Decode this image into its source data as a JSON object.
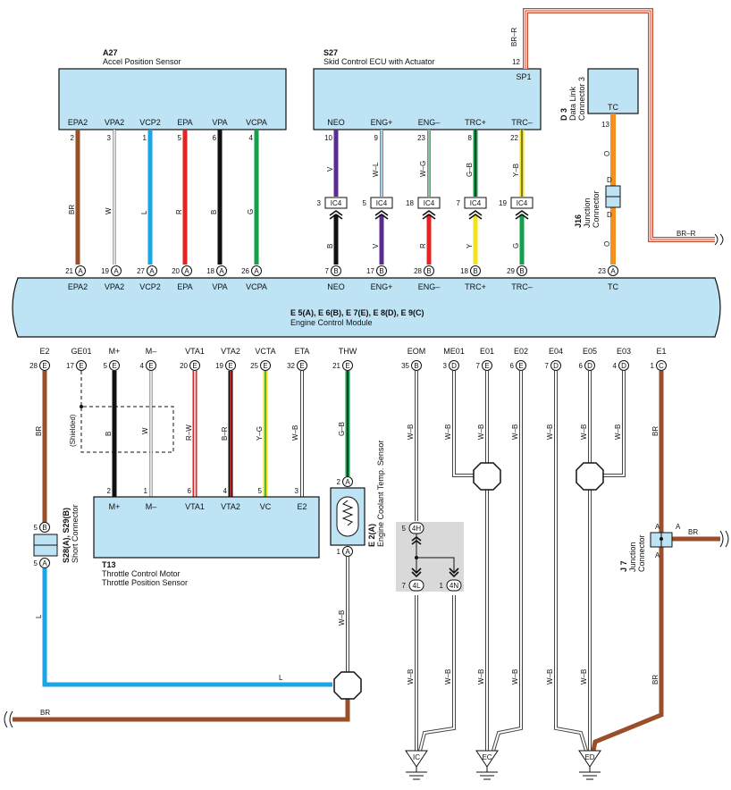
{
  "components": {
    "a27": {
      "code": "A27",
      "name": "Accel Position Sensor",
      "pins": [
        {
          "label": "EPA2",
          "num": "2",
          "color": "BR",
          "hex": "#9a4e2a"
        },
        {
          "label": "VPA2",
          "num": "3",
          "color": "W",
          "hex": "#ffffff"
        },
        {
          "label": "VCP2",
          "num": "1",
          "color": "L",
          "hex": "#1aa6e6"
        },
        {
          "label": "EPA",
          "num": "5",
          "color": "R",
          "hex": "#e82121"
        },
        {
          "label": "VPA",
          "num": "6",
          "color": "B",
          "hex": "#111111"
        },
        {
          "label": "VCPA",
          "num": "4",
          "color": "G",
          "hex": "#12a04a"
        }
      ]
    },
    "s27": {
      "code": "S27",
      "name": "Skid Control ECU with Actuator",
      "sp1": "SP1",
      "sp1_pin": "12",
      "pins": [
        {
          "label": "NEO",
          "num": "10",
          "color": "V",
          "hex": "#5c2d91"
        },
        {
          "label": "ENG+",
          "num": "9",
          "color": "W–L",
          "hex": "#9ed4f0"
        },
        {
          "label": "ENG–",
          "num": "23",
          "color": "W–G",
          "hex": "#7ec89a"
        },
        {
          "label": "TRC+",
          "num": "8",
          "color": "G–B",
          "hex": "#12a04a"
        },
        {
          "label": "TRC–",
          "num": "22",
          "color": "Y–B",
          "hex": "#f2e21a"
        }
      ]
    },
    "d3": {
      "code": "D 3",
      "name_line1": "Data Link",
      "name_line2": "Connector 3",
      "pin_label": "TC",
      "pin_num": "13"
    },
    "j16": {
      "code": "J16",
      "name_line1": "Junction",
      "name_line2": "Connector",
      "pin_d": "D"
    },
    "ecm": {
      "title": "E 5(A), E 6(B), E 7(E), E 8(D), E 9(C)",
      "name": "Engine Control Module",
      "top_pins": [
        {
          "label": "EPA2",
          "num": "21",
          "conn": "A"
        },
        {
          "label": "VPA2",
          "num": "19",
          "conn": "A"
        },
        {
          "label": "VCP2",
          "num": "27",
          "conn": "A"
        },
        {
          "label": "EPA",
          "num": "20",
          "conn": "A"
        },
        {
          "label": "VPA",
          "num": "18",
          "conn": "A"
        },
        {
          "label": "VCPA",
          "num": "26",
          "conn": "A"
        },
        {
          "label": "NEO",
          "num": "7",
          "conn": "B"
        },
        {
          "label": "ENG+",
          "num": "17",
          "conn": "B"
        },
        {
          "label": "ENG–",
          "num": "28",
          "conn": "B"
        },
        {
          "label": "TRC+",
          "num": "18",
          "conn": "B"
        },
        {
          "label": "TRC–",
          "num": "29",
          "conn": "B"
        },
        {
          "label": "TC",
          "num": "23",
          "conn": "A"
        }
      ],
      "bottom_pins": [
        {
          "label": "E2",
          "num": "28",
          "conn": "E"
        },
        {
          "label": "GE01",
          "num": "17",
          "conn": "E"
        },
        {
          "label": "M+",
          "num": "5",
          "conn": "E"
        },
        {
          "label": "M–",
          "num": "4",
          "conn": "E"
        },
        {
          "label": "VTA1",
          "num": "20",
          "conn": "E"
        },
        {
          "label": "VTA2",
          "num": "19",
          "conn": "E"
        },
        {
          "label": "VCTA",
          "num": "25",
          "conn": "E"
        },
        {
          "label": "ETA",
          "num": "32",
          "conn": "E"
        },
        {
          "label": "THW",
          "num": "21",
          "conn": "E"
        },
        {
          "label": "EOM",
          "num": "35",
          "conn": "B"
        },
        {
          "label": "ME01",
          "num": "3",
          "conn": "D"
        },
        {
          "label": "E01",
          "num": "7",
          "conn": "E"
        },
        {
          "label": "E02",
          "num": "6",
          "conn": "E"
        },
        {
          "label": "E04",
          "num": "7",
          "conn": "D"
        },
        {
          "label": "E05",
          "num": "6",
          "conn": "D"
        },
        {
          "label": "E03",
          "num": "4",
          "conn": "D"
        },
        {
          "label": "E1",
          "num": "1",
          "conn": "C"
        }
      ]
    },
    "t13": {
      "code": "T13",
      "name_line1": "Throttle Control Motor",
      "name_line2": "Throttle Position Sensor",
      "pins": [
        {
          "label": "M+",
          "num": "2"
        },
        {
          "label": "M–",
          "num": "1"
        },
        {
          "label": "VTA1",
          "num": "6"
        },
        {
          "label": "VTA2",
          "num": "4"
        },
        {
          "label": "VC",
          "num": "5"
        },
        {
          "label": "E2",
          "num": "3"
        }
      ]
    },
    "e2": {
      "code": "E 2(A)",
      "name": "Engine Coolant Temp.  Sensor",
      "pin_top": "2",
      "pin_bottom": "1",
      "conn": "A"
    },
    "s28": {
      "code": "S28(A), S29(B)",
      "name": "Short Connector",
      "pin_top": "5",
      "pin_top_conn": "B",
      "pin_bottom": "5",
      "pin_bottom_conn": "A"
    },
    "j7": {
      "code": "J 7",
      "name_line1": "Junction",
      "name_line2": "Connector",
      "pin": "A"
    },
    "ic4": "IC4",
    "ic4_pins_left": [
      "3",
      "5",
      "18",
      "7",
      "19"
    ],
    "ecm_b_pins": [
      "7",
      "17",
      "28",
      "18",
      "29"
    ],
    "shielded": "(Shielded)",
    "j_junction": {
      "top": "4H",
      "top_num": "5",
      "left": "4L",
      "left_num": "7",
      "right": "4N",
      "right_num": "1"
    },
    "grounds": [
      "IC",
      "EC",
      "ED"
    ]
  },
  "wire_colors": {
    "below_ic4": [
      "B",
      "V",
      "R",
      "Y",
      "G"
    ],
    "d3_wire": "O",
    "br_r": "BR–R",
    "br": "BR",
    "w": "W",
    "b": "B",
    "r_w": "R–W",
    "b_r": "B–R",
    "y_g": "Y–G",
    "w_b": "W–B",
    "g_b": "G–B",
    "l": "L"
  },
  "palette": {
    "box": "#bde3f5",
    "br": "#9a4e2a",
    "orange": "#f39020",
    "blue": "#1aa6e6",
    "gray_panel": "#d9d9d9"
  }
}
